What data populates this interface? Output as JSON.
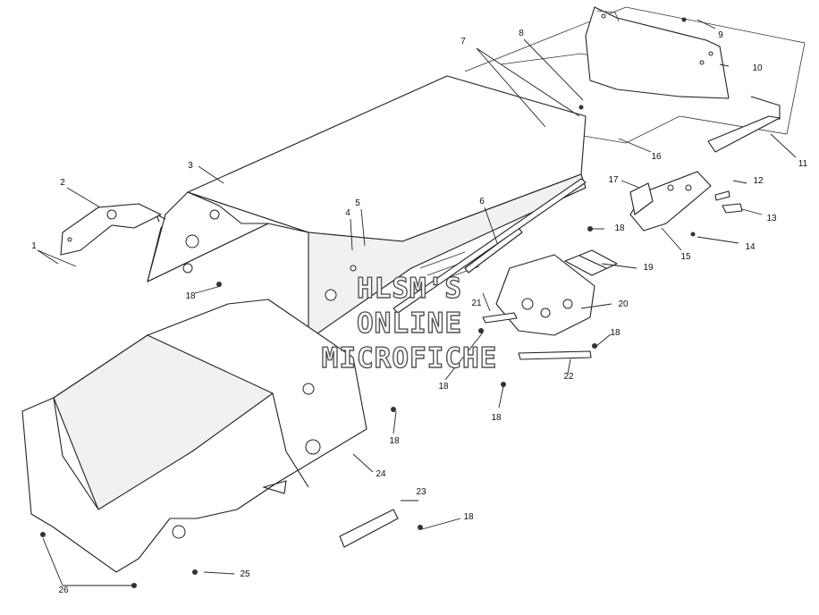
{
  "watermark": [
    "HLSM'S",
    "ONLINE",
    "MICROFICHE"
  ],
  "callouts": [
    "1",
    "2",
    "3",
    "4",
    "5",
    "6",
    "7",
    "8",
    "9",
    "10",
    "11",
    "12",
    "13",
    "14",
    "15",
    "16",
    "17",
    "18",
    "18",
    "18",
    "18",
    "18",
    "18",
    "18",
    "19",
    "20",
    "21",
    "22",
    "23",
    "24",
    "25",
    "26"
  ]
}
